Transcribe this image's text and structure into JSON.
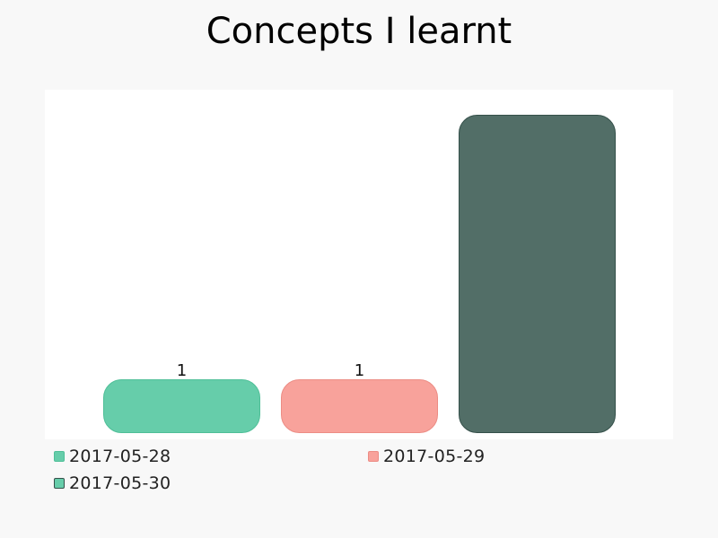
{
  "chart_data": {
    "type": "bar",
    "title": "Concepts I learnt",
    "xlabel": "",
    "ylabel": "",
    "ylim": [
      0,
      6.2
    ],
    "grid": false,
    "legend_position": "bottom",
    "series": [
      {
        "name": "2017-05-28",
        "value": 1,
        "label": "1",
        "color": "#66cdaa",
        "stroke": "#4fbf98"
      },
      {
        "name": "2017-05-29",
        "value": 1,
        "label": "1",
        "color": "#f8a29b",
        "stroke": "#ec8c84"
      },
      {
        "name": "2017-05-30",
        "value": 6,
        "label": "",
        "color": "#526e67",
        "stroke": "#35504a"
      }
    ],
    "legend_colors": [
      "#66cdaa",
      "#f8a29b",
      "#66cdaa"
    ]
  }
}
